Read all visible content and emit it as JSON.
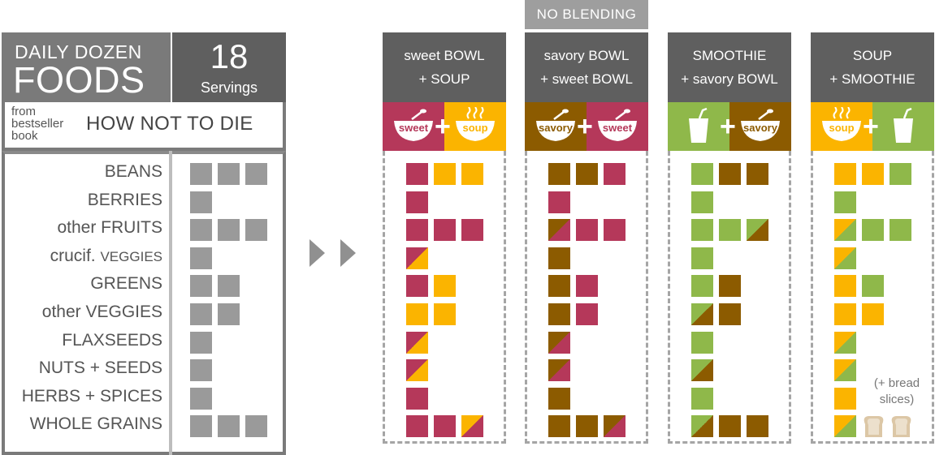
{
  "left": {
    "title_small": "DAILY DOZEN",
    "title_big": "FOODS",
    "servings_number": "18",
    "servings_label": "Servings",
    "from_lines": [
      "from",
      "bestseller",
      "book"
    ],
    "book_title": "HOW NOT TO DIE",
    "foods": [
      {
        "name": "BEANS",
        "servings": 3
      },
      {
        "name": "BERRIES",
        "servings": 1
      },
      {
        "name": "other FRUITS",
        "servings": 3
      },
      {
        "name": "crucif.",
        "name_small": "VEGGIES",
        "servings": 1
      },
      {
        "name": "GREENS",
        "servings": 2
      },
      {
        "name": "other VEGGIES",
        "servings": 2
      },
      {
        "name": "FLAXSEEDS",
        "servings": 1
      },
      {
        "name": "NUTS + SEEDS",
        "servings": 1
      },
      {
        "name": "HERBS + SPICES",
        "servings": 1
      },
      {
        "name": "WHOLE GRAINS",
        "servings": 3
      }
    ]
  },
  "colors": {
    "sweet": "#b5385a",
    "soup": "#fbb400",
    "savory": "#8c5b00",
    "smoothie": "#8fb84a",
    "gray": "#9a9a9a",
    "header": "#5f5f5f",
    "bread": "#dcc7a6"
  },
  "no_blending_label": "NO BLENDING",
  "columns": [
    {
      "line1": "sweet BOWL",
      "line2": "+ SOUP",
      "icons": [
        {
          "kind": "bowl",
          "type": "sweet",
          "label": "sweet"
        },
        {
          "kind": "bowl",
          "type": "soup",
          "label": "soup"
        }
      ],
      "rows": [
        [
          "sweet",
          "soup",
          "soup"
        ],
        [
          "sweet"
        ],
        [
          "sweet",
          "sweet",
          "sweet"
        ],
        [
          "sweet/soup"
        ],
        [
          "sweet",
          "soup"
        ],
        [
          "soup",
          "soup"
        ],
        [
          "sweet/soup"
        ],
        [
          "sweet/soup"
        ],
        [
          "sweet"
        ],
        [
          "sweet",
          "sweet",
          "soup/sweet"
        ]
      ]
    },
    {
      "line1": "savory BOWL",
      "line2": "+ sweet BOWL",
      "icons": [
        {
          "kind": "bowl",
          "type": "savory",
          "label": "savory"
        },
        {
          "kind": "bowl",
          "type": "sweet",
          "label": "sweet"
        }
      ],
      "rows": [
        [
          "savory",
          "savory",
          "sweet"
        ],
        [
          "sweet"
        ],
        [
          "savory/sweet",
          "sweet",
          "sweet"
        ],
        [
          "savory"
        ],
        [
          "savory",
          "sweet"
        ],
        [
          "savory",
          "sweet"
        ],
        [
          "savory/sweet"
        ],
        [
          "savory/sweet"
        ],
        [
          "savory"
        ],
        [
          "savory",
          "savory",
          "savory/sweet"
        ]
      ]
    },
    {
      "line1": "SMOOTHIE",
      "line2": "+ savory BOWL",
      "icons": [
        {
          "kind": "cup",
          "type": "smoothie",
          "label": ""
        },
        {
          "kind": "bowl",
          "type": "savory",
          "label": "savory"
        }
      ],
      "rows": [
        [
          "smoothie",
          "savory",
          "savory"
        ],
        [
          "smoothie"
        ],
        [
          "smoothie",
          "smoothie",
          "smoothie/savory"
        ],
        [
          "smoothie"
        ],
        [
          "smoothie",
          "savory"
        ],
        [
          "smoothie/savory",
          "savory"
        ],
        [
          "smoothie"
        ],
        [
          "smoothie/savory"
        ],
        [
          "smoothie"
        ],
        [
          "smoothie/savory",
          "savory",
          "savory"
        ]
      ]
    },
    {
      "line1": "SOUP",
      "line2": "+ SMOOTHIE",
      "icons": [
        {
          "kind": "bowl",
          "type": "soup",
          "label": "soup"
        },
        {
          "kind": "cup",
          "type": "smoothie",
          "label": ""
        }
      ],
      "rows": [
        [
          "soup",
          "soup",
          "smoothie"
        ],
        [
          "smoothie"
        ],
        [
          "soup/smoothie",
          "smoothie",
          "smoothie"
        ],
        [
          "soup/smoothie"
        ],
        [
          "soup",
          "smoothie"
        ],
        [
          "soup",
          "soup"
        ],
        [
          "soup/smoothie"
        ],
        [
          "soup/smoothie"
        ],
        [
          "soup"
        ],
        [
          "soup/smoothie",
          "bread",
          "bread"
        ]
      ],
      "note_lines": [
        "(+ bread",
        "slices)"
      ]
    }
  ]
}
